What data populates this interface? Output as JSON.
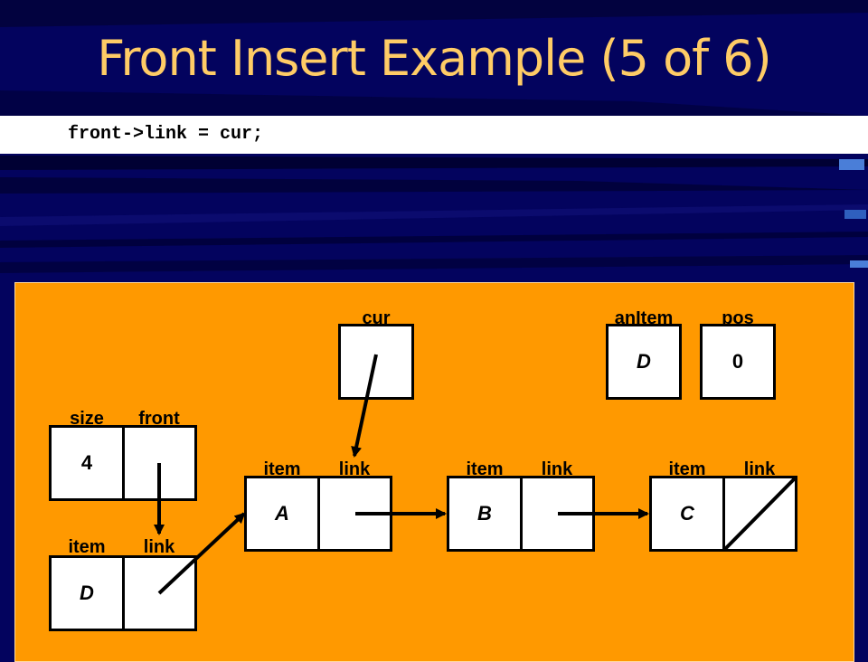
{
  "slide": {
    "title": "Front Insert Example (5 of 6)",
    "code": "front->link = cur;"
  },
  "diagram": {
    "cur_label": "cur",
    "anitem_label": "anItem",
    "anitem_value": "D",
    "pos_label": "pos",
    "pos_value": "0",
    "size_label": "size",
    "size_value": "4",
    "front_label": "front",
    "item_label": "item",
    "link_label": "link",
    "node_new_item": "D",
    "node_a_item": "A",
    "node_b_item": "B",
    "node_c_item": "C"
  },
  "colors": {
    "background": "#03035e",
    "title": "#ffcc66",
    "panel": "#ff9900"
  }
}
